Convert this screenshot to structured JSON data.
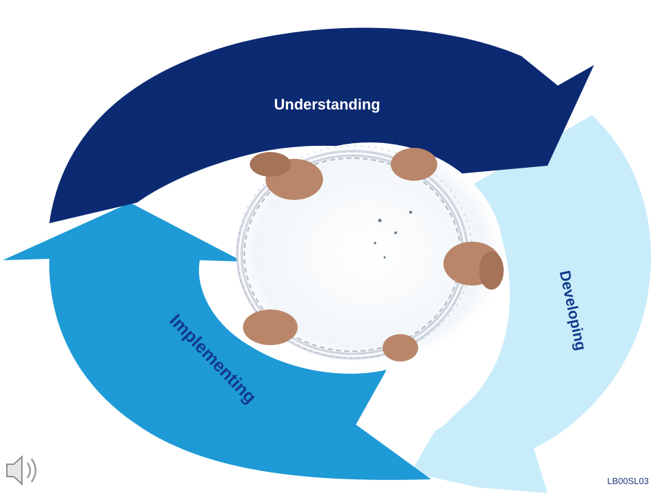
{
  "slide": {
    "cycle": {
      "steps": [
        {
          "label": "Understanding",
          "arrow_color": "#0c2a72",
          "text_color": "#ffffff"
        },
        {
          "label": "Developing",
          "arrow_color": "#c9ecfa",
          "text_color": "#123a8c"
        },
        {
          "label": "Implementing",
          "arrow_color": "#1e9ad6",
          "text_color": "#123a8c"
        }
      ]
    },
    "center_image": {
      "icon": "water-ring-hands-image"
    },
    "speaker_icon": {
      "icon": "speaker-icon"
    },
    "code": "LB00SL03"
  }
}
